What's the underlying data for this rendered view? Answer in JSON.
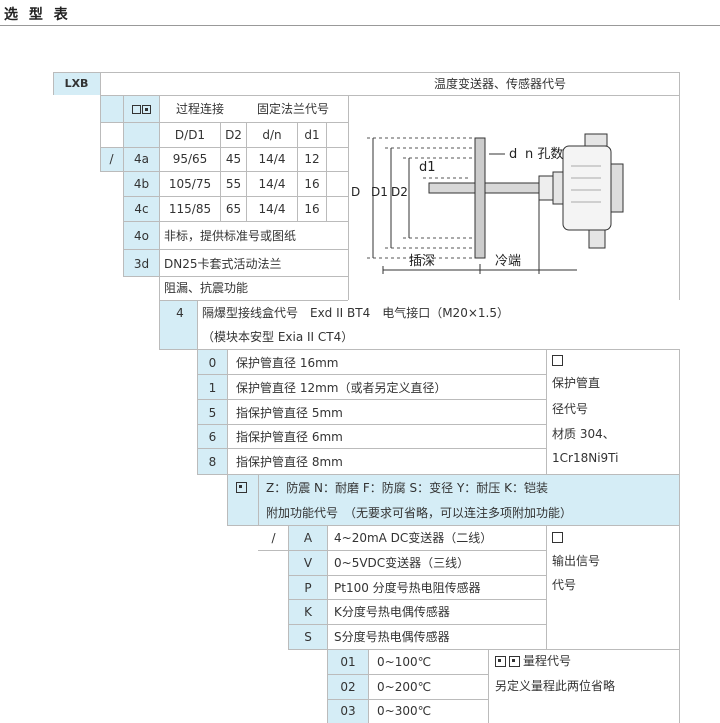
{
  "title": "选 型 表",
  "model": "LXB",
  "caption": "温度变送器、传感器代号",
  "proc": {
    "header_label": "过程连接",
    "header_label2": "固定法兰代号",
    "cols": [
      "D/D1",
      "D2",
      "d/n",
      "d1"
    ],
    "slash": "/",
    "rows": [
      {
        "code": "4a",
        "v": [
          "95/65",
          "45",
          "14/4",
          "12"
        ]
      },
      {
        "code": "4b",
        "v": [
          "105/75",
          "55",
          "14/4",
          "16"
        ]
      },
      {
        "code": "4c",
        "v": [
          "115/85",
          "65",
          "14/4",
          "16"
        ]
      }
    ],
    "c4o": "4o",
    "t4o": "非标，提供标准号或图纸",
    "c3d": "3d",
    "t3d1": "DN25卡套式活动法兰",
    "t3d2": "阻漏、抗震功能"
  },
  "diagram": {
    "d1": "d1",
    "d": "d",
    "n": "n 孔数",
    "D": "D",
    "D1": "D1",
    "D2": "D2",
    "insert": "插深",
    "cold": "冷端"
  },
  "housing": {
    "code": "4",
    "line1": "隔爆型接线盒代号　Exd II BT4　电气接口（M20×1.5）",
    "line2": "（模块本安型 Exia II CT4）"
  },
  "tube": {
    "rows": [
      {
        "code": "0",
        "text": "保护管直径 16mm"
      },
      {
        "code": "1",
        "text": "保护管直径 12mm（或者另定义直径）"
      },
      {
        "code": "5",
        "text": "指保护管直径 5mm"
      },
      {
        "code": "6",
        "text": "指保护管直径 6mm"
      },
      {
        "code": "8",
        "text": "指保护管直径 8mm"
      }
    ],
    "note": [
      "保护管直",
      "径代号",
      "材质 304、",
      "1Cr18Ni9Ti"
    ]
  },
  "func": {
    "line1": "Z：防震  N：耐磨  F：防腐  S：变径  Y：耐压  K：铠装",
    "line2": "附加功能代号　（无要求可省略，可以连注多项附加功能）"
  },
  "output": {
    "slash": "/",
    "rows": [
      {
        "code": "A",
        "text": "4~20mA DC变送器（二线）"
      },
      {
        "code": "V",
        "text": "0~5VDC变送器（三线）"
      },
      {
        "code": "P",
        "text": "Pt100 分度号热电阻传感器"
      },
      {
        "code": "K",
        "text": "K分度号热电偶传感器"
      },
      {
        "code": "S",
        "text": "S分度号热电偶传感器"
      }
    ],
    "note": [
      "输出信号",
      "代号"
    ]
  },
  "range": {
    "rows": [
      {
        "code": "01",
        "text": "0~100℃"
      },
      {
        "code": "02",
        "text": "0~200℃"
      },
      {
        "code": "03",
        "text": "0~300℃"
      }
    ],
    "note1": "量程代号",
    "note2": "另定义量程此两位省略"
  }
}
